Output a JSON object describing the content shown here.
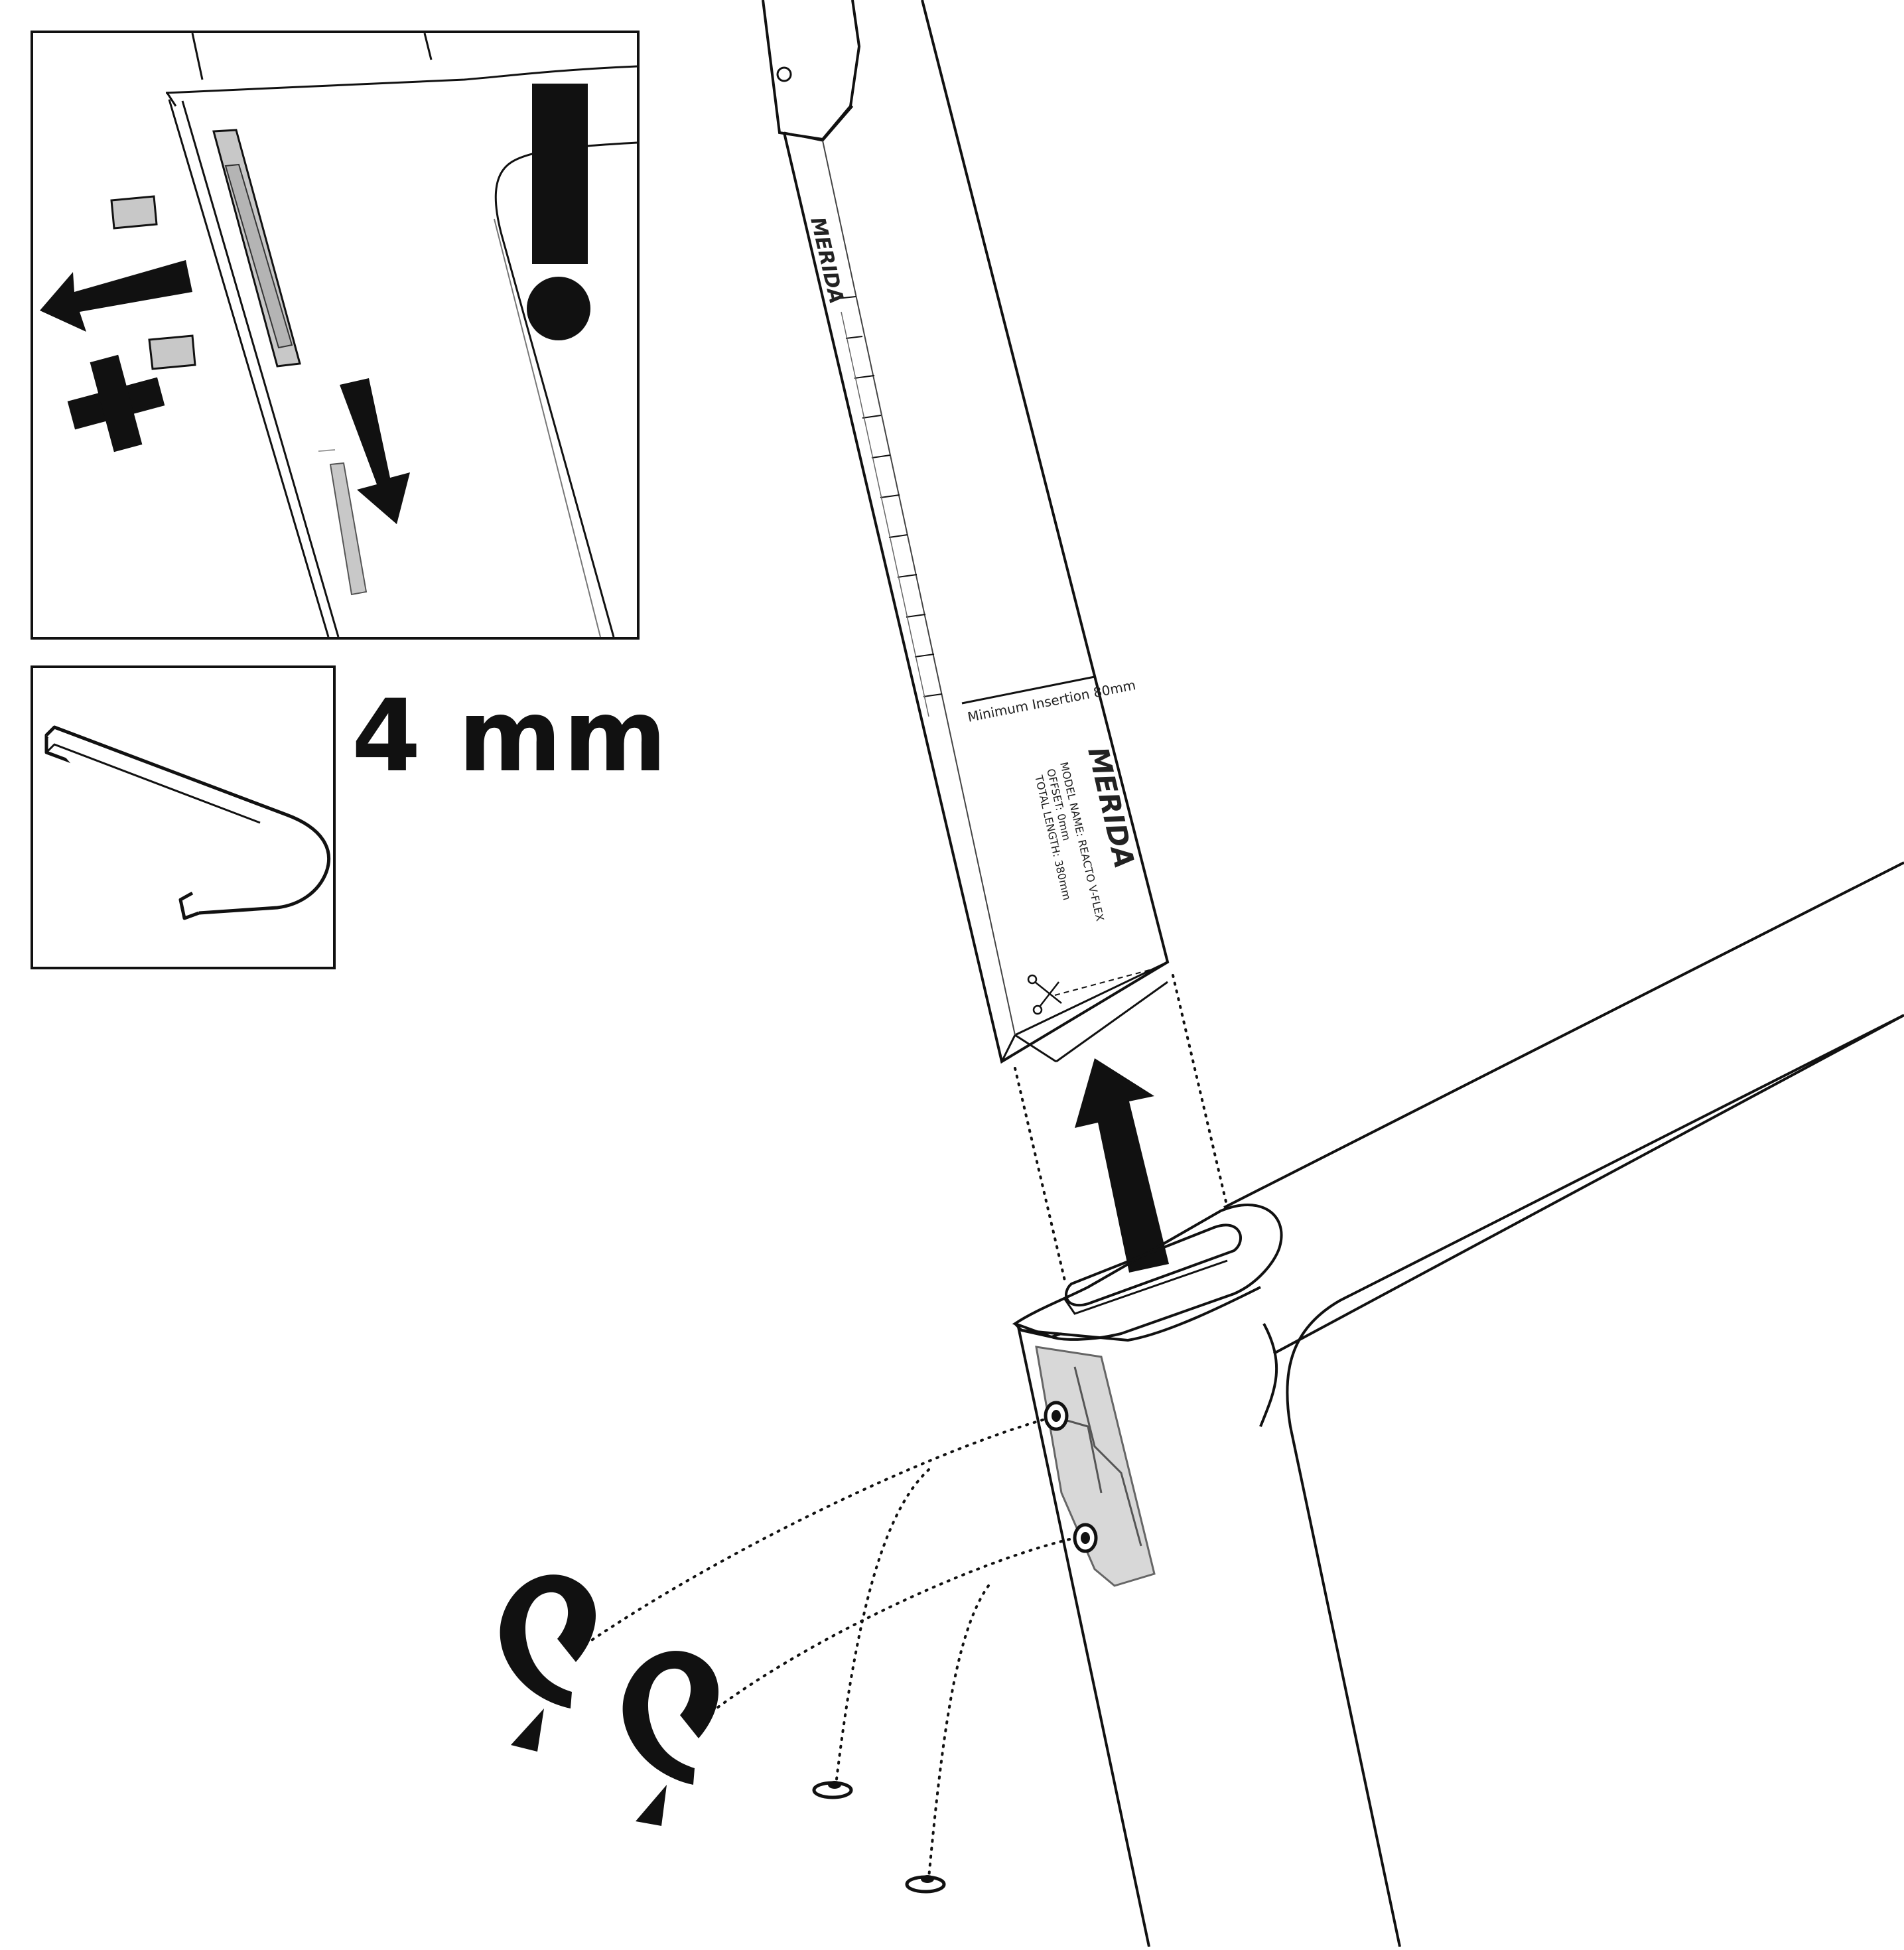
{
  "tool": {
    "size_label": "4 mm",
    "icon": "allen-key-icon"
  },
  "seatpost_label": {
    "min_insertion": "Minimum Insertion 80mm",
    "brand": "MERIDA",
    "model_line": "MODEL NAME: REACTO V-FLEX",
    "offset_line": "OFFSET: 0mm",
    "length_line": "TOTAL LENGTH: 380mm"
  },
  "icons": {
    "warning": "exclamation-icon",
    "remove": "cross-icon",
    "direction": "arrow-icon",
    "rotate": "counterclockwise-arrow-icon",
    "cut": "scissors-icon",
    "screw": "screw-icon"
  },
  "colors": {
    "ink": "#111111",
    "part_fill": "#c8c8c8",
    "background": "#ffffff"
  }
}
